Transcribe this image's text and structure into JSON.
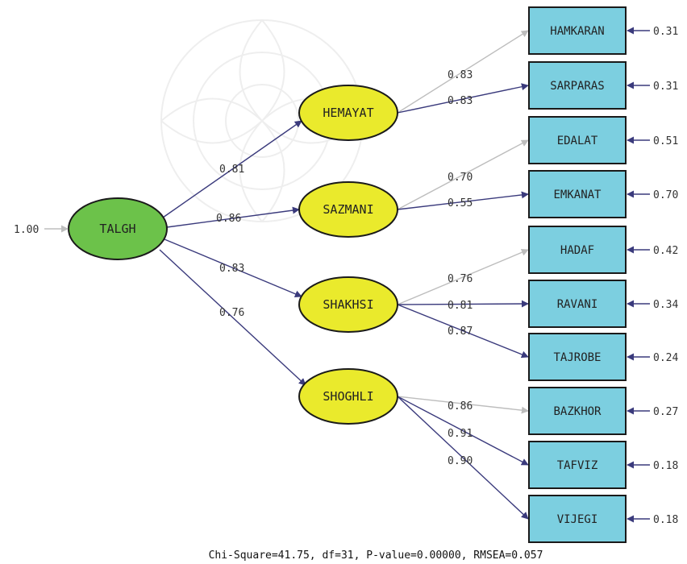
{
  "colors": {
    "main_factor_fill": "#6cc24a",
    "factor_fill": "#eaea2c",
    "indicator_fill": "#7ccfe0",
    "path_dark": "#3a3a7c",
    "path_light": "#bdbdbd"
  },
  "main_factor": {
    "name": "TALGH",
    "variance": "1.00"
  },
  "factors": [
    {
      "name": "HEMAYAT",
      "loading": "0.81"
    },
    {
      "name": "SAZMANI",
      "loading": "0.86"
    },
    {
      "name": "SHAKHSI",
      "loading": "0.83"
    },
    {
      "name": "SHOGHLI",
      "loading": "0.76"
    }
  ],
  "indicators": [
    {
      "name": "HAMKARAN",
      "loading": "0.83",
      "error": "0.31",
      "factor": 0
    },
    {
      "name": "SARPARAS",
      "loading": "0.83",
      "error": "0.31",
      "factor": 0
    },
    {
      "name": "EDALAT",
      "loading": "0.70",
      "error": "0.51",
      "factor": 1
    },
    {
      "name": "EMKANAT",
      "loading": "0.55",
      "error": "0.70",
      "factor": 1
    },
    {
      "name": "HADAF",
      "loading": "0.76",
      "error": "0.42",
      "factor": 2
    },
    {
      "name": "RAVANI",
      "loading": "0.81",
      "error": "0.34",
      "factor": 2
    },
    {
      "name": "TAJROBE",
      "loading": "0.87",
      "error": "0.24",
      "factor": 2
    },
    {
      "name": "BAZKHOR",
      "loading": "0.86",
      "error": "0.27",
      "factor": 3
    },
    {
      "name": "TAFVIZ",
      "loading": "0.91",
      "error": "0.18",
      "factor": 3
    },
    {
      "name": "VIJEGI",
      "loading": "0.90",
      "error": "0.18",
      "factor": 3
    }
  ],
  "fit_statistics": "Chi-Square=41.75, df=31, P-value=0.00000, RMSEA=0.057"
}
